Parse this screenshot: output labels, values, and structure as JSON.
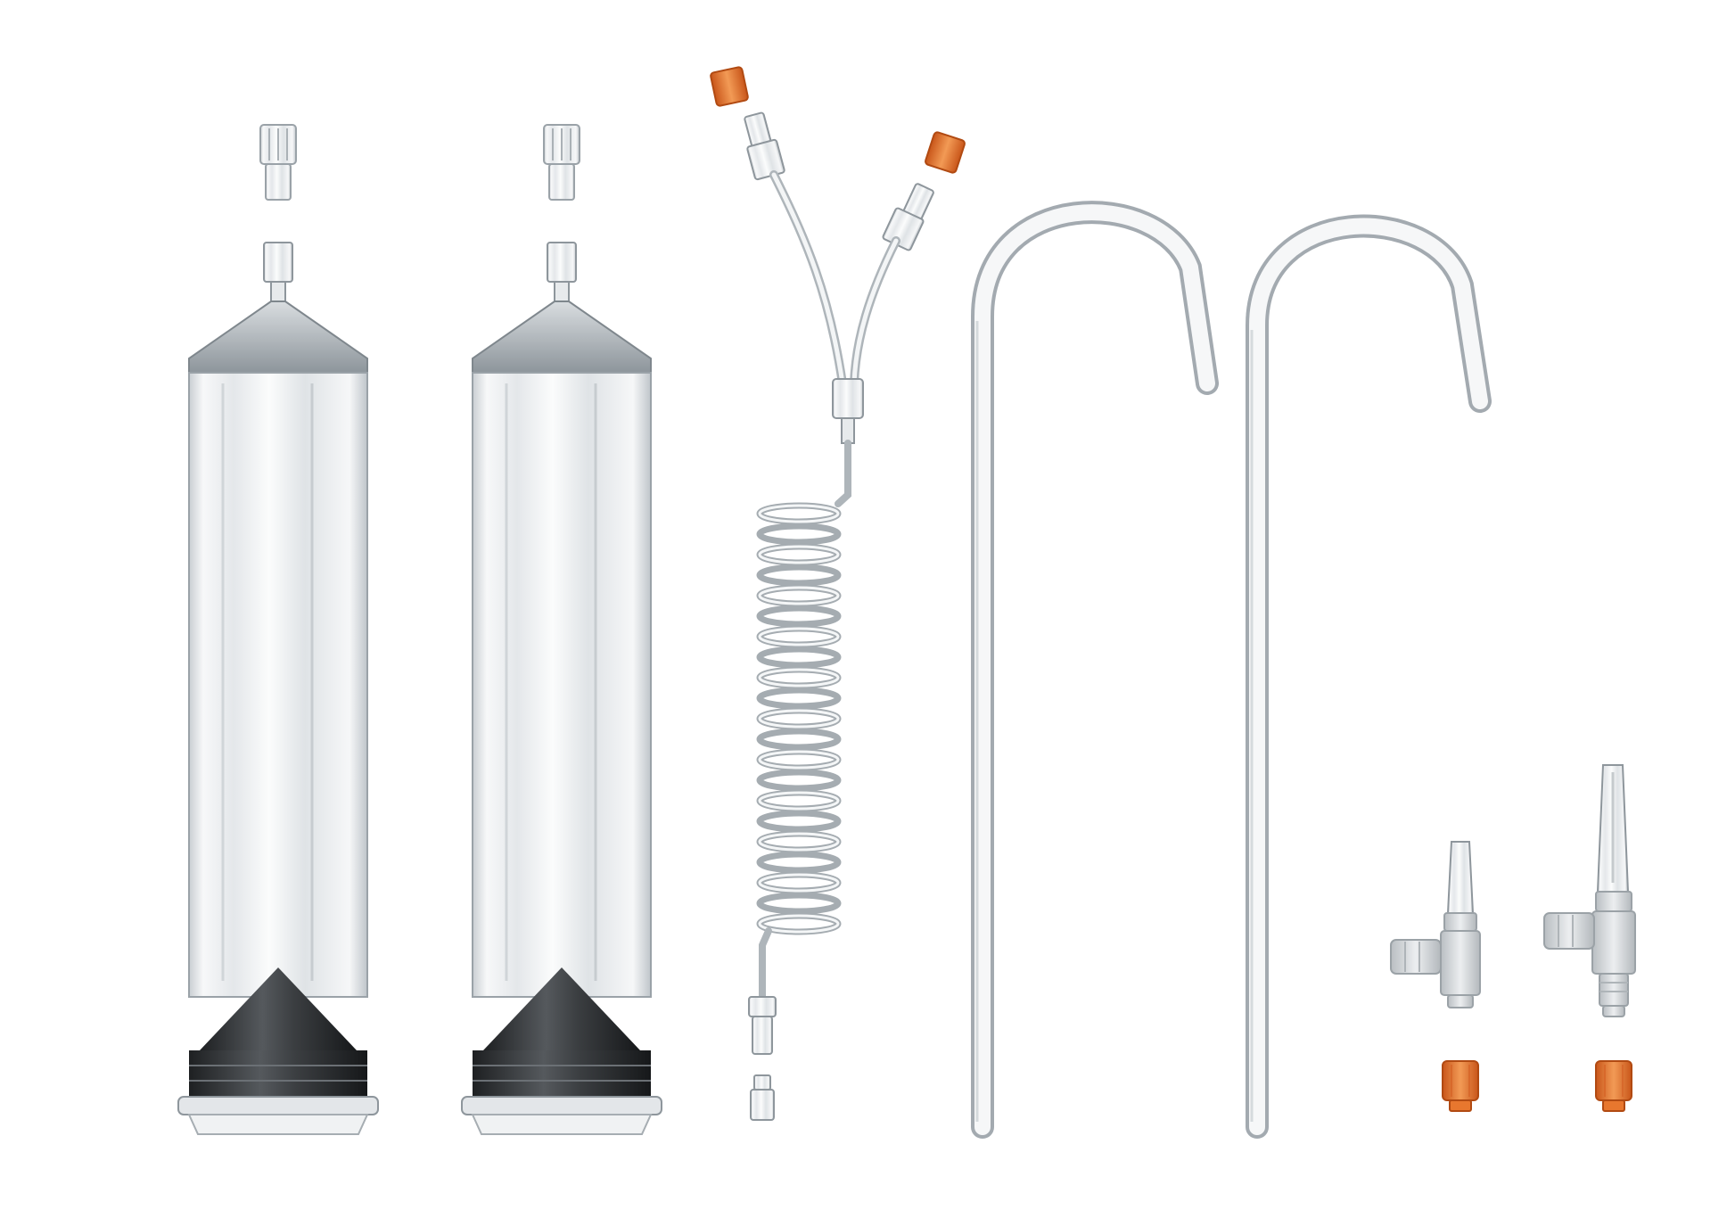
{
  "image": {
    "background": "#ffffff",
    "colors": {
      "clear_plastic": "#eef1f3",
      "plastic_edge": "#9aa2a8",
      "rubber_plunger": "#3a3d40",
      "orange_cap": "#e8772e",
      "grey_stopcock": "#d6d9dc"
    },
    "objects": [
      {
        "name": "syringe-left",
        "kind": "syringe"
      },
      {
        "name": "syringe-right",
        "kind": "syringe"
      },
      {
        "name": "coiled-y-tubing",
        "kind": "tubing"
      },
      {
        "name": "j-tube-left",
        "kind": "j-tube"
      },
      {
        "name": "j-tube-right",
        "kind": "j-tube"
      },
      {
        "name": "stopcock-short",
        "kind": "stopcock"
      },
      {
        "name": "stopcock-long",
        "kind": "stopcock"
      },
      {
        "name": "orange-cap-left",
        "kind": "luer-cap"
      },
      {
        "name": "orange-cap-right",
        "kind": "luer-cap"
      }
    ]
  }
}
